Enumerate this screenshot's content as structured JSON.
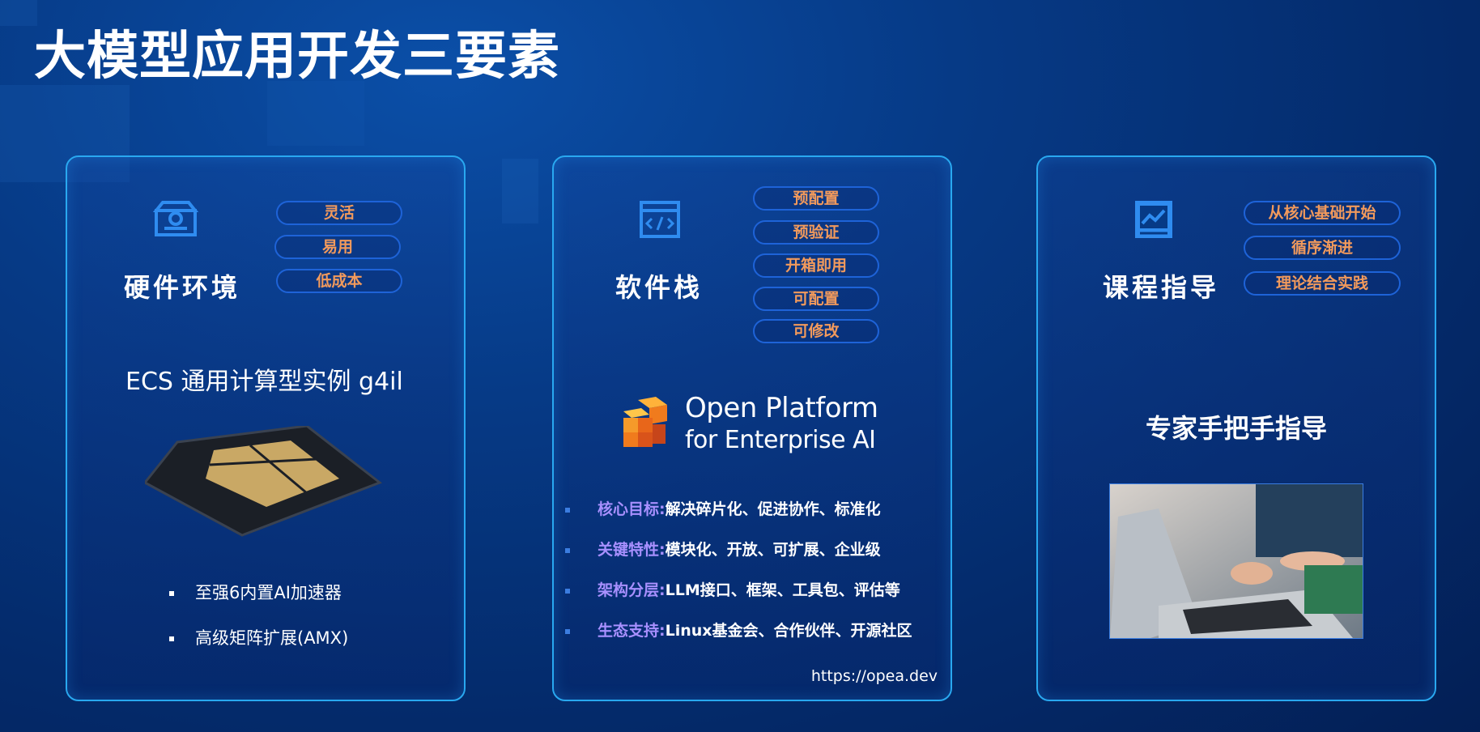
{
  "page_title": "大模型应用开发三要素",
  "cards": [
    {
      "heading": "硬件环境",
      "icon": "drive-icon",
      "tags": [
        "灵活",
        "易用",
        "低成本"
      ],
      "subtitle": "ECS 通用计算型实例 g4il",
      "bullets": [
        "至强6内置AI加速器",
        "高级矩阵扩展(AMX)"
      ]
    },
    {
      "heading": "软件栈",
      "icon": "code-window-icon",
      "tags": [
        "预配置",
        "预验证",
        "开箱即用",
        "可配置",
        "可修改"
      ],
      "logo_line1": "Open Platform",
      "logo_line2": "for Enterprise AI",
      "features": [
        {
          "key": "核心目标:",
          "value": "解决碎片化、促进协作、标准化"
        },
        {
          "key": "关键特性:",
          "value": "模块化、开放、可扩展、企业级"
        },
        {
          "key": "架构分层:",
          "value": "LLM接口、框架、工具包、评估等"
        },
        {
          "key": "生态支持:",
          "value": "Linux基金会、合作伙伴、开源社区"
        }
      ],
      "url": "https://opea.dev"
    },
    {
      "heading": "课程指导",
      "icon": "chart-board-icon",
      "tags": [
        "从核心基础开始",
        "循序渐进",
        "理论结合实践"
      ],
      "subtitle": "专家手把手指导"
    }
  ],
  "colors": {
    "accent_orange": "#f29a5c",
    "border_blue": "#29a8f0",
    "pill_border": "#1e63d8",
    "feature_key": "#a890ff"
  }
}
